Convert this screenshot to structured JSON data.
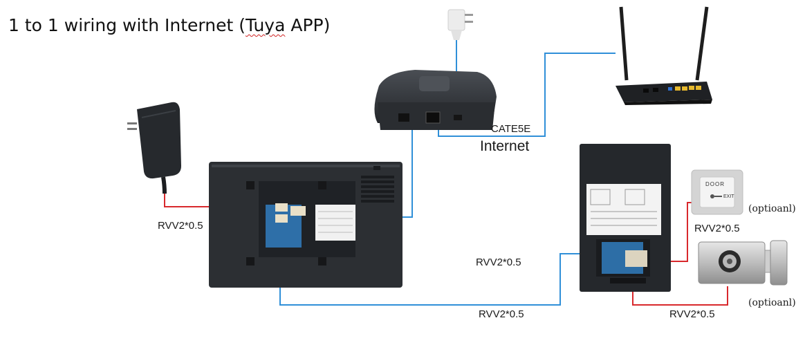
{
  "title": {
    "prefix": "1 to 1 wiring with Internet (",
    "underlined": "Tuya",
    "suffix": " APP)"
  },
  "labels": {
    "power_cable": "RVV2*0.5",
    "cat5e": "CATE5E",
    "internet": "Internet",
    "station_cable": "RVV2*0.5",
    "bottom_cable": "RVV2*0.5",
    "exit_cable": "RVV2*0.5",
    "lock_cable": "RVV2*0.5",
    "optional_exit": "(optioanl)",
    "optional_lock": "(optioanl)"
  },
  "exit_button_text": {
    "line1": "DOOR",
    "line2": "EXIT"
  },
  "colors": {
    "power_wire": "#d8282c",
    "signal_wire": "#2f8fd8",
    "device_body": "#2c2f33"
  }
}
